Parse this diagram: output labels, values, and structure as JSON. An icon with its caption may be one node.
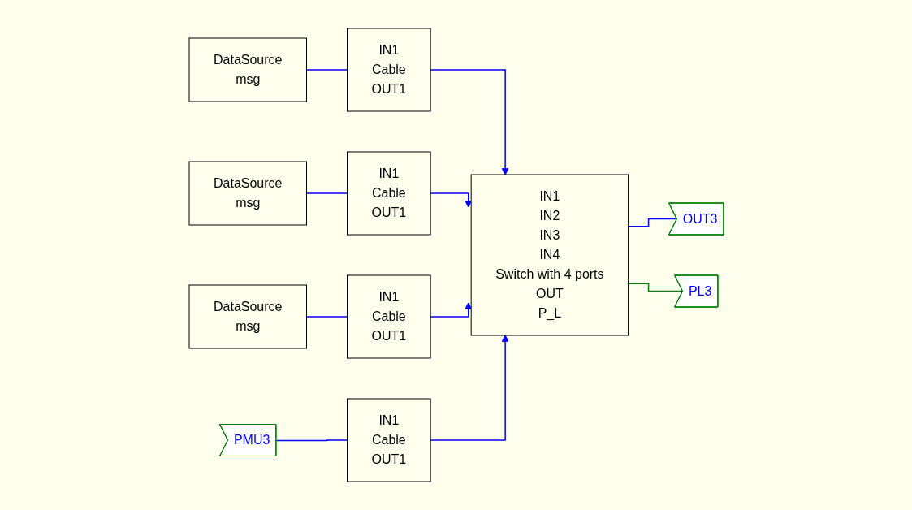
{
  "diagram": {
    "nodes": [
      {
        "text": [
          "DataSource",
          "msg"
        ]
      },
      {
        "text": [
          "IN1",
          "Cable",
          "OUT1"
        ]
      },
      {
        "text": [
          "IN1",
          "IN2",
          "IN3",
          "IN4",
          "Switch with 4 ports",
          "OUT",
          "P_L"
        ]
      },
      {
        "text": [
          "OUT3"
        ]
      },
      {
        "text": [
          "PL3"
        ]
      },
      {
        "text": [
          "DataSource",
          "msg"
        ]
      },
      {
        "text": [
          "IN1",
          "Cable",
          "OUT1"
        ]
      },
      {
        "text": [
          "DataSource",
          "msg"
        ]
      },
      {
        "text": [
          "IN1",
          "Cable",
          "OUT1"
        ]
      },
      {
        "text": [
          "PMU3"
        ]
      },
      {
        "text": [
          "IN1",
          "Cable",
          "OUT1"
        ]
      }
    ],
    "edges": [
      {
        "from": 0,
        "to": 1,
        "arrow": "none"
      },
      {
        "from": 1,
        "to": 2,
        "arrow": "to"
      },
      {
        "from": 2,
        "to": 3,
        "arrow": "none"
      },
      {
        "from": 2,
        "to": 4,
        "arrow": "none",
        "color": "#008000"
      },
      {
        "from": 5,
        "to": 6,
        "arrow": "none"
      },
      {
        "from": 6,
        "to": 2,
        "arrow": "to"
      },
      {
        "from": 7,
        "to": 8,
        "arrow": "none"
      },
      {
        "from": 8,
        "to": 2,
        "arrow": "to"
      },
      {
        "from": 9,
        "to": 10,
        "arrow": "none"
      },
      {
        "from": 10,
        "to": 2,
        "arrow": "to"
      }
    ]
  }
}
